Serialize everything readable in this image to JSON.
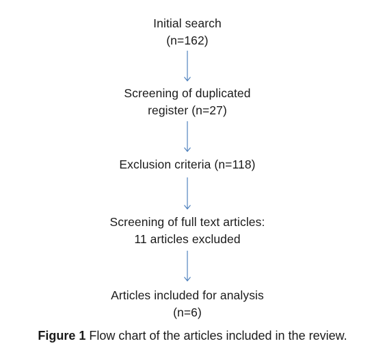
{
  "flowchart": {
    "steps": [
      {
        "lines": [
          "Initial search",
          "(n=162)"
        ]
      },
      {
        "lines": [
          "Screening of duplicated",
          "register (n=27)"
        ]
      },
      {
        "lines": [
          "Exclusion criteria (n=118)"
        ]
      },
      {
        "lines": [
          "Screening of full text articles:",
          "11 articles excluded"
        ]
      },
      {
        "lines": [
          "Articles included for analysis",
          "(n=6)"
        ]
      }
    ],
    "arrow_color": "#4f81bd"
  },
  "caption": {
    "label": "Figure 1",
    "text": "Flow chart of the articles included in the review."
  }
}
